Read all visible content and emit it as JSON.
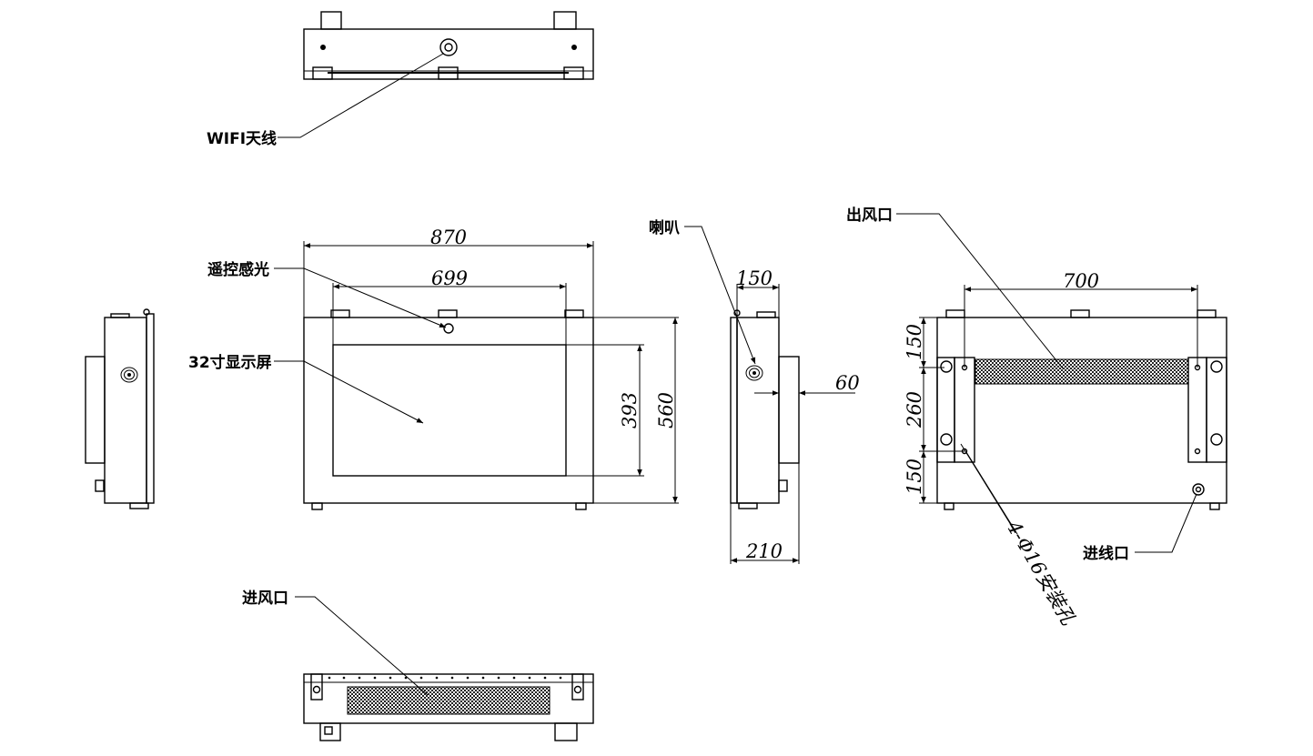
{
  "labels": {
    "wifi_antenna": "WIFI天线",
    "remote_sensor": "遥控感光",
    "display": "32寸显示屏",
    "speaker": "喇叭",
    "air_outlet": "出风口",
    "cable_inlet": "进线口",
    "air_inlet": "进风口",
    "mount_holes": "4-Φ16安装孔"
  },
  "dimensions": {
    "front_width": "870",
    "front_inner_width": "699",
    "screen_height": "393",
    "total_height": "560",
    "side_depth_top": "150",
    "side_protrusion": "60",
    "side_depth_total": "210",
    "rear_bracket_span": "700",
    "rear_upper": "150",
    "rear_middle": "260",
    "rear_lower": "150"
  }
}
